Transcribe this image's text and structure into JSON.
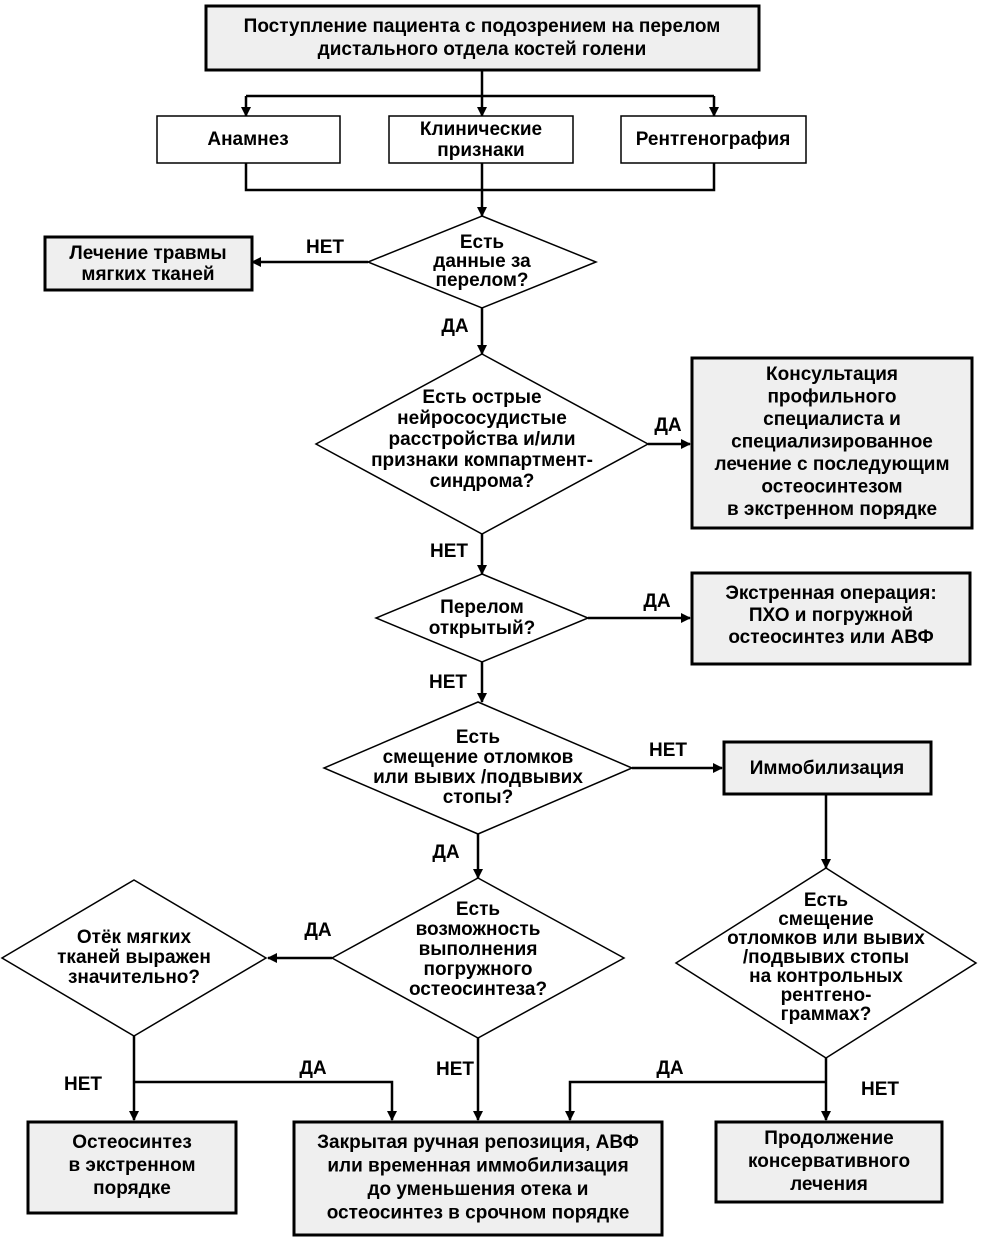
{
  "nodes": {
    "start": [
      "Поступление пациента с подозрением на перелом",
      "дистального отдела костей голени"
    ],
    "anamnesis": [
      "Анамнез"
    ],
    "clinical": [
      "Клинические",
      "признаки"
    ],
    "xray": [
      "Рентгенография"
    ],
    "q_fracture": [
      "Есть",
      "данные за",
      "перелом?"
    ],
    "soft_tissue": [
      "Лечение травмы",
      "мягких тканей"
    ],
    "q_neuro": [
      "Есть острые",
      "нейрососудистые",
      "расстройства и/или",
      "признаки компартмент-",
      "синдрома?"
    ],
    "consult": [
      "Консультация",
      "профильного",
      "специалиста и",
      "специализированное",
      "лечение с последующим",
      "остеосинтезом",
      "в экстренном порядке"
    ],
    "q_open": [
      "Перелом",
      "открытый?"
    ],
    "emergency_op": [
      "Экстренная операция:",
      "ПХО и погружной",
      "остеосинтез или АВФ"
    ],
    "q_displacement": [
      "Есть",
      "смещение отломков",
      "или вывих /подвывих",
      "стопы?"
    ],
    "immobilization": [
      "Иммобилизация"
    ],
    "q_internal": [
      "Есть",
      "возможность",
      "выполнения",
      "погружного",
      "остеосинтеза?"
    ],
    "q_edema": [
      "Отёк мягких",
      "тканей выражен",
      "значительно?"
    ],
    "q_control": [
      "Есть",
      "смещение",
      "отломков или вывих",
      "/подвывих стопы",
      "на контрольных",
      "рентгено-",
      "граммах?"
    ],
    "osteo_emergency": [
      "Остеосинтез",
      "в экстренном",
      "порядке"
    ],
    "closed_reduction": [
      "Закрытая ручная репозиция, АВФ",
      "или временная иммобилизация",
      "до уменьшения отека и",
      "остеосинтез в срочном порядке"
    ],
    "conservative": [
      "Продолжение",
      "консервативного",
      "лечения"
    ]
  },
  "edge_labels": {
    "no_soft": "НЕТ",
    "yes_fracture": "ДА",
    "yes_neuro": "ДА",
    "no_neuro": "НЕТ",
    "yes_open": "ДА",
    "no_open": "НЕТ",
    "no_displacement": "НЕТ",
    "yes_displacement": "ДА",
    "yes_internal": "ДА",
    "no_internal": "НЕТ",
    "no_edema": "НЕТ",
    "yes_edema": "ДА",
    "yes_control": "ДА",
    "no_control": "НЕТ"
  }
}
